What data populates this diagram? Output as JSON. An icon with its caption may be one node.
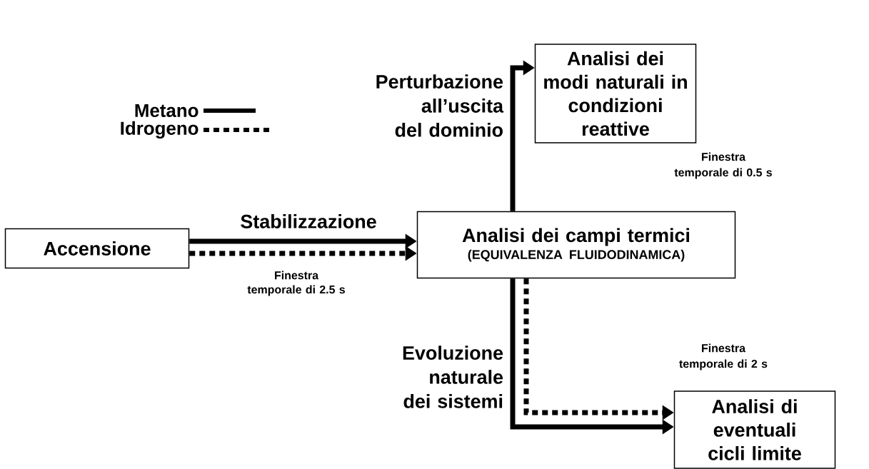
{
  "diagram": {
    "nodes": [
      {
        "text": [
          "Accensione"
        ]
      },
      {
        "text": [
          "Analisi dei campi termici",
          "(EQUIVALENZA FLUIDODINAMICA)"
        ]
      },
      {
        "text": [
          "Analisi dei modi naturali in condizioni reattive"
        ],
        "beside": [
          "Finestra temporale di 0.5 s"
        ]
      },
      {
        "text": [
          "Analisi di eventuali cicli limite"
        ],
        "beside": [
          "Finestra temporale di 2 s"
        ]
      }
    ],
    "edges": [
      {
        "from": 0,
        "to": 1,
        "arrow": "to",
        "label": "Stabilizzazione"
      },
      {
        "from": 0,
        "to": 1,
        "arrow": "to",
        "style": "dashed",
        "label": "Finestra temporale di 2.5 s"
      },
      {
        "from": 1,
        "to": 2,
        "arrow": "to",
        "label": "Perturbazione all’uscita del dominio"
      },
      {
        "from": 1,
        "to": 3,
        "arrow": "to",
        "style": "dashed"
      },
      {
        "from": 1,
        "to": 3,
        "arrow": "to",
        "label": "Evoluzione naturale dei sistemi"
      }
    ],
    "legend": [
      {
        "text": "Metano"
      },
      {
        "text": "Idrogeno"
      }
    ]
  }
}
